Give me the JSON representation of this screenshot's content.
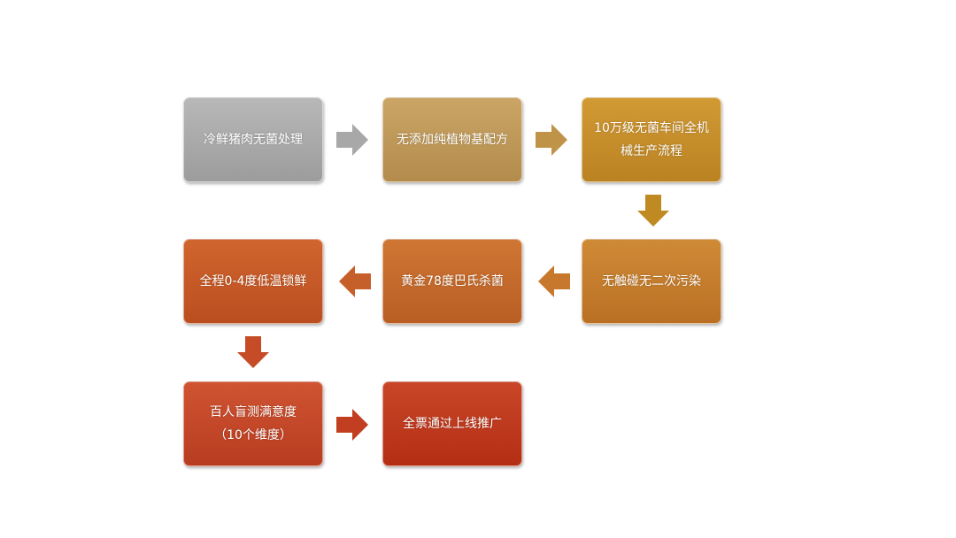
{
  "steps": [
    {
      "label": "冷鲜猪肉无菌处理",
      "color": "#a9a9a9"
    },
    {
      "label": "无添加纯植物基配方",
      "color": "#c39c5a"
    },
    {
      "label": "10万级无菌车间全机械生产流程",
      "color": "#c98f2a"
    },
    {
      "label": "无触碰无二次污染",
      "color": "#c77d2c"
    },
    {
      "label": "黄金78度巴氏杀菌",
      "color": "#c5692c"
    },
    {
      "label": "全程0-4度低温锁鲜",
      "color": "#c75a28"
    },
    {
      "label": "百人盲测满意度",
      "sublabel": "（10个维度）",
      "color": "#c5472a"
    },
    {
      "label": "全票通过上线推广",
      "color": "#bf3a1e"
    }
  ]
}
